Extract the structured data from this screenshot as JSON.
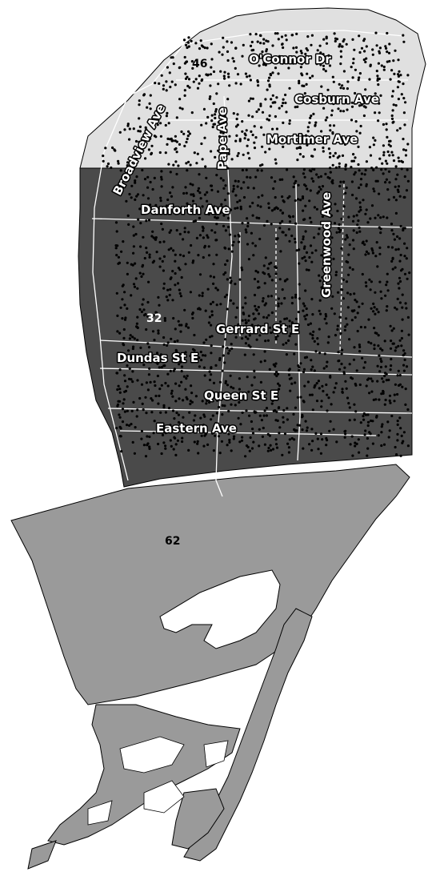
{
  "map": {
    "regions": [
      {
        "id": "46",
        "label": "46",
        "fill": "#e0e0e0"
      },
      {
        "id": "32",
        "label": "32",
        "fill": "#4a4a4a"
      },
      {
        "id": "62",
        "label": "62",
        "fill": "#9a9a9a"
      }
    ],
    "streets": {
      "oconnor": "O'Connor Dr",
      "cosburn": "Cosburn Ave",
      "mortimer": "Mortimer Ave",
      "broadview": "Broadview Ave",
      "pape": "Pape Ave",
      "danforth": "Danforth Ave",
      "greenwood": "Greenwood Ave",
      "gerrard": "Gerrard St E",
      "dundas": "Dundas St E",
      "queen": "Queen St E",
      "eastern": "Eastern Ave"
    },
    "colors": {
      "road": "#ffffff",
      "point": "#000000",
      "outline": "#000000"
    }
  }
}
